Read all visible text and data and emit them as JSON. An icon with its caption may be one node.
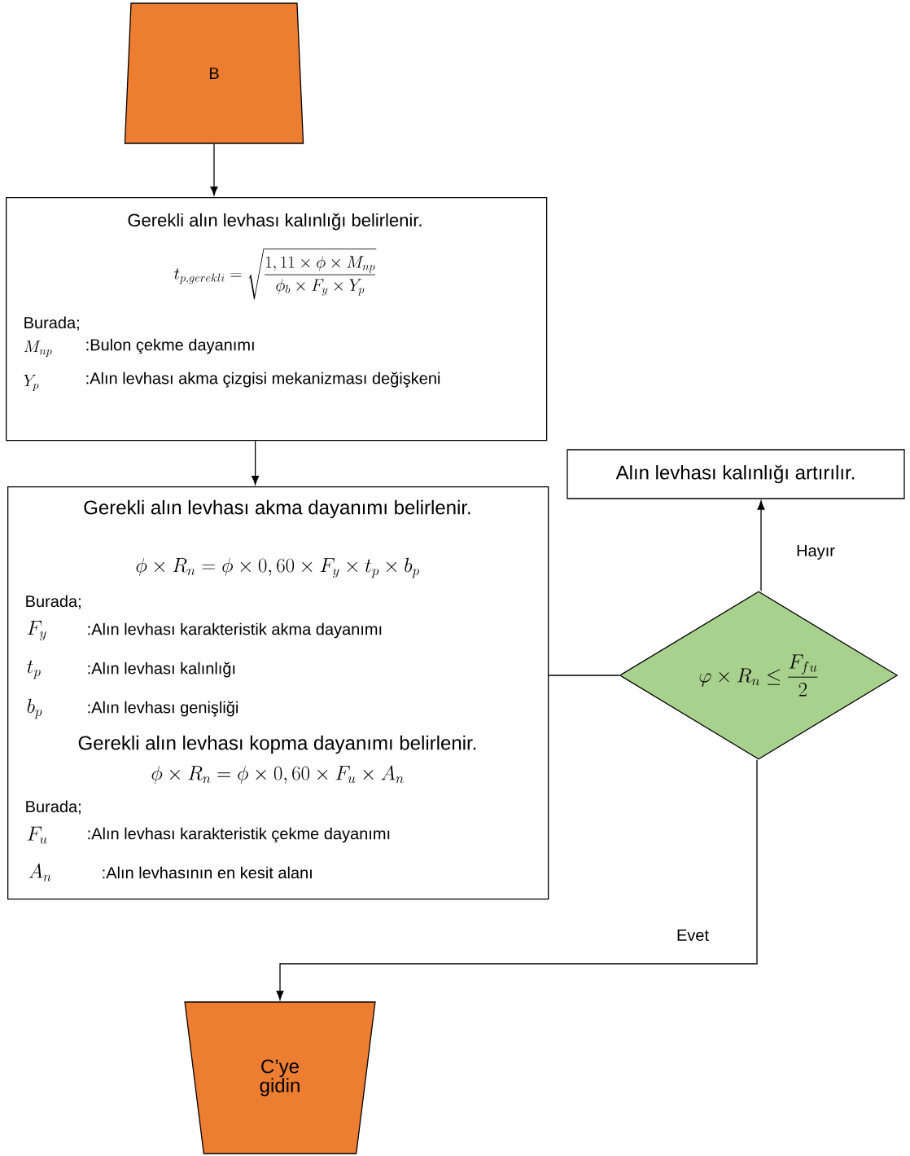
{
  "diagram": {
    "nodes": [
      {
        "text": [
          "B"
        ]
      },
      {
        "text": [
          "Gerekli alın levhası kalınlığı belirlenir.",
          "t_{p,gerekli} = \\sqrt{\\frac{1,11\\times\\phi\\times M_{np}}{\\phi_b\\times F_y\\times Y_p}}",
          "Burada;",
          "M_{np}",
          ":Bulon çekme dayanımı",
          "Y_p",
          ":Alın levhası akma çizgisi mekanizması değişkeni"
        ]
      },
      {
        "text": [
          "Gerekli alın levhası akma dayanımı belirlenir.",
          "\\phi\\times R_n = \\phi\\times 0,60\\times F_y\\times t_p\\times b_p",
          "Burada;",
          "F_y",
          ":Alın levhası karakteristik akma dayanımı",
          "t_p",
          ":Alın levhası kalınlığı",
          "b_p",
          ":Alın levhası genişliği",
          "Gerekli alın levhası kopma dayanımı belirlenir.",
          "\\phi\\times R_n = \\phi\\times 0,60\\times F_u\\times A_n",
          "Burada;",
          "F_u",
          ":Alın levhası karakteristik çekme dayanımı",
          "A_n",
          ":Alın levhasının en kesit alanı"
        ]
      },
      {
        "text": [
          "Alın levhası kalınlığı artırılır."
        ]
      },
      {
        "text": [
          "\\varphi\\times R_n \\le \\frac{F_{fu}}{2}"
        ]
      },
      {
        "text": [
          "C’ye gidin"
        ]
      }
    ],
    "edges": [
      {
        "from": 0,
        "to": 1,
        "arrow": "to"
      },
      {
        "from": 1,
        "to": 2,
        "arrow": "to"
      },
      {
        "from": 2,
        "to": 4,
        "arrow": "none"
      },
      {
        "from": 4,
        "to": 3,
        "arrow": "to",
        "label": "Hayır"
      },
      {
        "from": 4,
        "to": 5,
        "arrow": "to",
        "label": "Evet"
      }
    ]
  }
}
